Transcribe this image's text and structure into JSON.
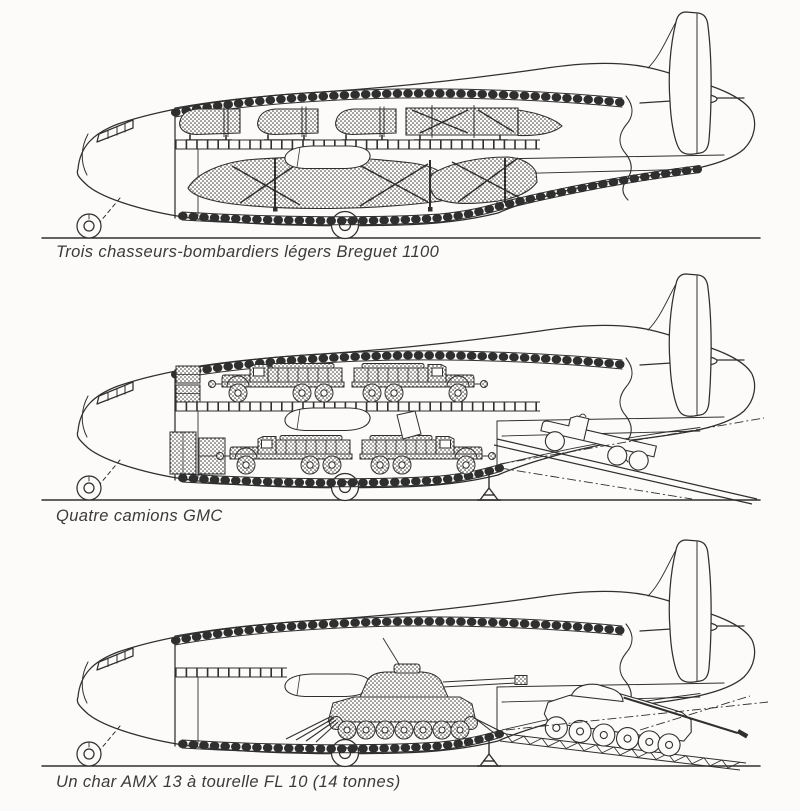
{
  "figure": {
    "type": "aircraft-loading-cutaway-diagrams",
    "panels": [
      {
        "id": "breguet-1100",
        "caption": "Trois chasseurs-bombardiers légers Breguet 1100"
      },
      {
        "id": "gmc-trucks",
        "caption": "Quatre camions GMC"
      },
      {
        "id": "amx-13-tank",
        "caption": "Un char AMX 13 à tourelle FL 10 (14 tonnes)"
      }
    ]
  },
  "colors": {
    "paper": "#fcfbf9",
    "ink": "#2f2f2f",
    "caption_text": "#3a3a3a"
  }
}
